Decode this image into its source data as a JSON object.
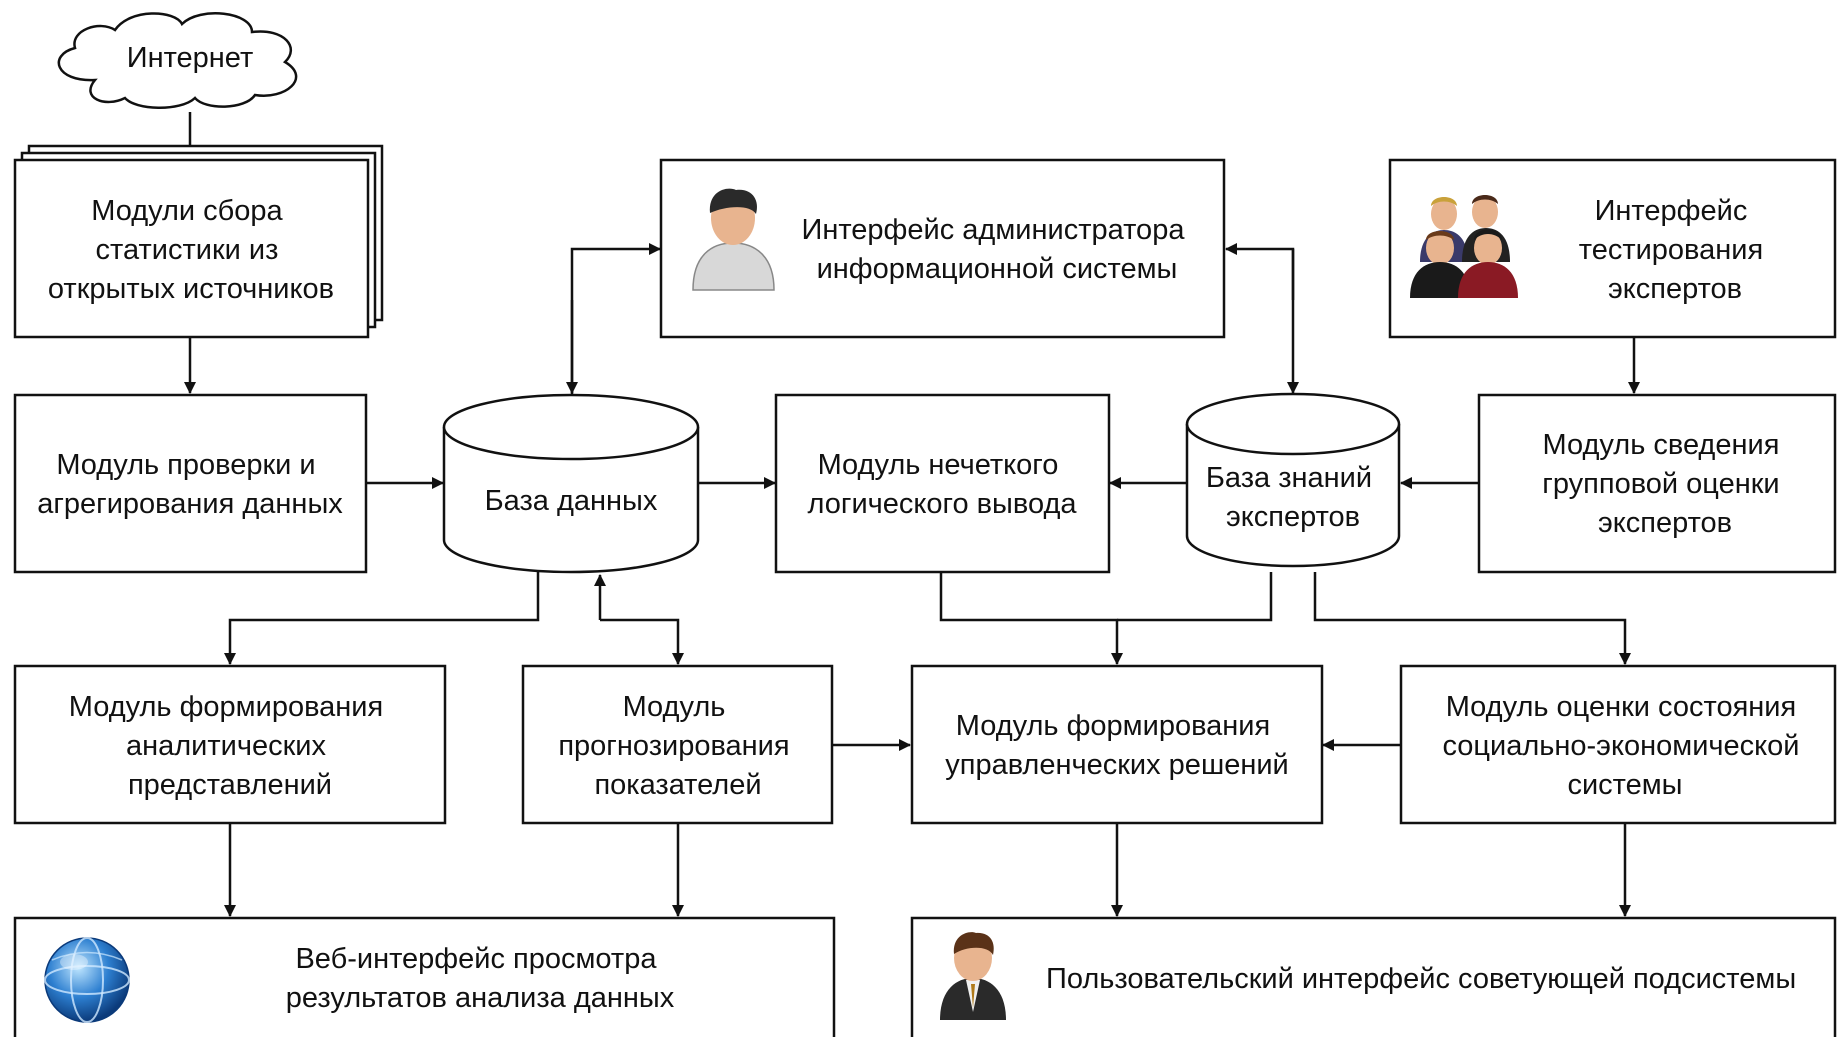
{
  "nodes": {
    "internet": {
      "lines": [
        "Интернет"
      ],
      "icon": "cloud-icon"
    },
    "collect": {
      "lines": [
        "Модули сбора",
        "статистики из",
        "открытых источников"
      ]
    },
    "admin": {
      "lines": [
        "Интерфейс администратора",
        "информационной системы"
      ],
      "icon": "admin-user-icon"
    },
    "testing": {
      "lines": [
        "Интерфейс",
        "тестирования",
        "экспертов"
      ],
      "icon": "experts-group-icon"
    },
    "verify": {
      "lines": [
        "Модуль проверки и",
        "агрегирования данных"
      ]
    },
    "db": {
      "lines": [
        "База данных"
      ],
      "icon": "database-icon"
    },
    "fuzzy": {
      "lines": [
        "Модуль нечеткого",
        "логического вывода"
      ]
    },
    "kb": {
      "lines": [
        "База знаний",
        "экспертов"
      ],
      "icon": "database-icon"
    },
    "group": {
      "lines": [
        "Модуль сведения",
        "групповой оценки",
        "экспертов"
      ]
    },
    "analytic": {
      "lines": [
        "Модуль формирования",
        "аналитических",
        "представлений"
      ]
    },
    "forecast": {
      "lines": [
        "Модуль",
        "прогнозирования",
        "показателей"
      ]
    },
    "decisions": {
      "lines": [
        "Модуль формирования",
        "управленческих решений"
      ]
    },
    "state": {
      "lines": [
        "Модуль оценки состояния",
        "социально-экономической",
        "системы"
      ]
    },
    "web": {
      "lines": [
        "Веб-интерфейс просмотра",
        "результатов анализа данных"
      ],
      "icon": "globe-icon"
    },
    "user": {
      "lines": [
        "Пользовательский интерфейс советующей подсистемы"
      ],
      "icon": "businessman-icon"
    }
  }
}
